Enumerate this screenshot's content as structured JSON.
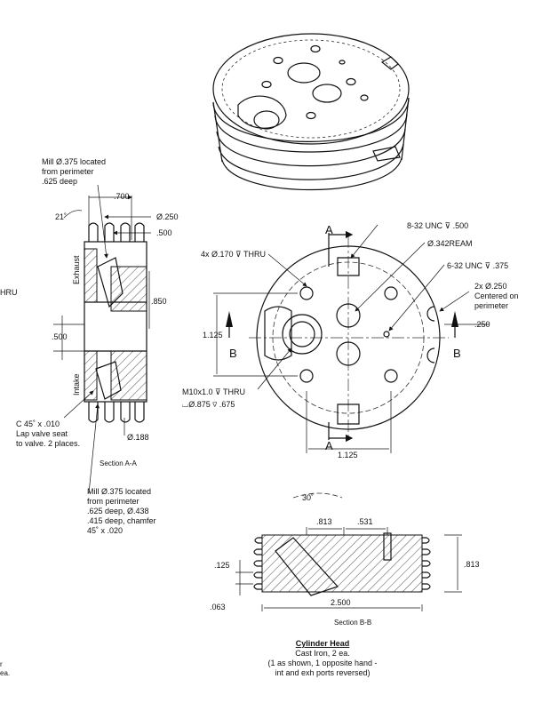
{
  "iso_view": {},
  "section_aa": {
    "note_mill_top": [
      "Mill Ø.375 located",
      "from perimeter",
      ".625 deep"
    ],
    "dim_700": ".700",
    "angle_21": "21˚",
    "dim_dia250": "Ø.250",
    "dim_500_top": ".500",
    "label_exhaust": "Exhaust",
    "label_intake": "Intake",
    "dim_850": ".850",
    "dim_500_left": ".500",
    "cut_thru": "HRU",
    "note_chamfer": [
      "C 45˚ x .010",
      "Lap valve seat",
      "to valve. 2 places."
    ],
    "dim_dia188": "Ø.188",
    "caption": "Section A-A",
    "note_mill_bottom": [
      "Mill Ø.375 located",
      "from perimeter",
      ".625 deep, Ø.438",
      ".415 deep, chamfer",
      "45˚ x .020"
    ]
  },
  "top_view": {
    "label_a_top": "A",
    "label_a_bottom": "A",
    "label_b_left": "B",
    "label_b_right": "B",
    "note_832": "8-32 UNC ⊽ .500",
    "note_ream": "Ø.342REAM",
    "note_632": "6-32 UNC ⊽ .375",
    "note_4x": "4x Ø.170 ⊽ THRU",
    "note_2x": [
      "2x Ø.250",
      "Centered on",
      "perimeter"
    ],
    "dim_250": ".250",
    "dim_1125_v": "1.125",
    "dim_1125_h": "1.125",
    "note_m10": [
      "M10x1.0 ⊽ THRU",
      "⌴Ø.875 ⊽ .675"
    ]
  },
  "section_bb": {
    "angle_30": "30˚",
    "dim_813_top": ".813",
    "dim_531": ".531",
    "dim_125": ".125",
    "dim_813_side": ".813",
    "dim_063": ".063",
    "dim_2500": "2.500",
    "caption": "Section B-B"
  },
  "title_block": {
    "title": "Cylinder Head",
    "material": "Cast Iron, 2 ea.",
    "note_line1": "(1 as shown, 1 opposite hand -",
    "note_line2": "int and exh ports reversed)"
  },
  "edge_fragments": {
    "bottom_left": [
      "r",
      "ea."
    ]
  }
}
